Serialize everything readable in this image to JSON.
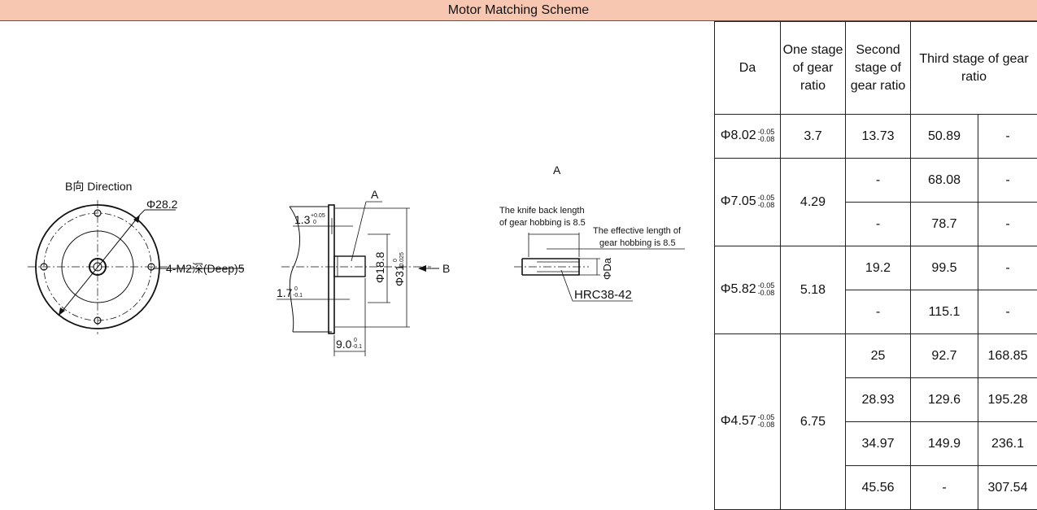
{
  "header": {
    "title": "Motor Matching Scheme"
  },
  "drawing": {
    "view_b": {
      "title": "B向 Direction",
      "diameter": "Φ28.2",
      "holes": "4-M2深(Deep)5"
    },
    "side": {
      "detail_label": "A",
      "dim_top": "1.3",
      "dim_top_tol_upper": "+0.05",
      "dim_top_tol_lower": "0",
      "dim_mid": "1.7",
      "dim_mid_tol_upper": "0",
      "dim_mid_tol_lower": "-0.1",
      "dim_bottom": "9.0",
      "dim_bottom_tol_upper": "0",
      "dim_bottom_tol_lower": "-0.1",
      "shaft_diameter": "Φ18.8",
      "flange_diameter": "Φ31",
      "flange_tol_upper": "0",
      "flange_tol_lower": "-0.025",
      "view_arrow": "B"
    },
    "detail": {
      "title": "A",
      "knife_back_line1": "The knife back length",
      "knife_back_line2": "of gear hobbing is 8.5",
      "effective_line1": "The effective length of",
      "effective_line2": "gear hobbing is 8.5",
      "shaft_label": "ΦDa",
      "hardness": "HRC38-42"
    }
  },
  "table": {
    "headers": {
      "da": "Da",
      "one_stage": "One stage of gear ratio",
      "second_stage": "Second stage of gear ratio",
      "third_stage": "Third stage of gear ratio"
    },
    "groups": [
      {
        "da": "Φ8.02",
        "tol_upper": "-0.05",
        "tol_lower": "-0.08",
        "one_stage": "3.7",
        "rows": [
          {
            "second": "13.73",
            "third_a": "50.89",
            "third_b": "-"
          }
        ]
      },
      {
        "da": "Φ7.05",
        "tol_upper": "-0.05",
        "tol_lower": "-0.08",
        "one_stage": "4.29",
        "rows": [
          {
            "second": "-",
            "third_a": "68.08",
            "third_b": "-"
          },
          {
            "second": "-",
            "third_a": "78.7",
            "third_b": "-"
          }
        ]
      },
      {
        "da": "Φ5.82",
        "tol_upper": "-0.05",
        "tol_lower": "-0.08",
        "one_stage": "5.18",
        "rows": [
          {
            "second": "19.2",
            "third_a": "99.5",
            "third_b": "-"
          },
          {
            "second": "-",
            "third_a": "115.1",
            "third_b": "-"
          }
        ]
      },
      {
        "da": "Φ4.57",
        "tol_upper": "-0.05",
        "tol_lower": "-0.08",
        "one_stage": "6.75",
        "rows": [
          {
            "second": "25",
            "third_a": "92.7",
            "third_b": "168.85"
          },
          {
            "second": "28.93",
            "third_a": "129.6",
            "third_b": "195.28"
          },
          {
            "second": "34.97",
            "third_a": "149.9",
            "third_b": "236.1"
          },
          {
            "second": "45.56",
            "third_a": "-",
            "third_b": "307.54"
          }
        ]
      }
    ]
  }
}
